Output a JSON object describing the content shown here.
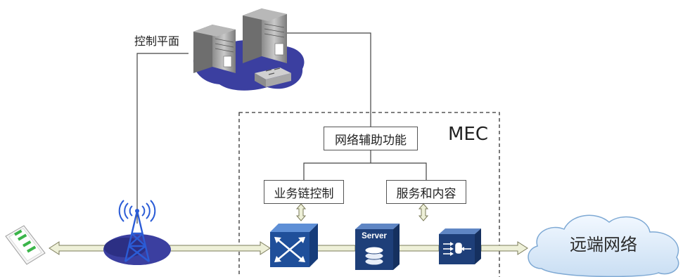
{
  "labels": {
    "control_plane": "控制平面",
    "mec": "MEC",
    "remote_network": "远端网络",
    "server_text": "Server"
  },
  "boxes": {
    "network_assist": "网络辅助功能",
    "service_chain": "业务链控制",
    "service_content": "服务和内容"
  },
  "colors": {
    "blob": "#3b3fa0",
    "blob_dark": "#2c2f84",
    "tower": "#2b5cd6",
    "switch_blue": "#1f4f9a",
    "server_dark": "#1e3f79",
    "arrow_fill": "#eef0d8",
    "arrow_stroke": "#7b7b5a",
    "cloud_fill": "#dbe9f7",
    "cloud_stroke": "#7ea9d4",
    "line": "#444444"
  }
}
